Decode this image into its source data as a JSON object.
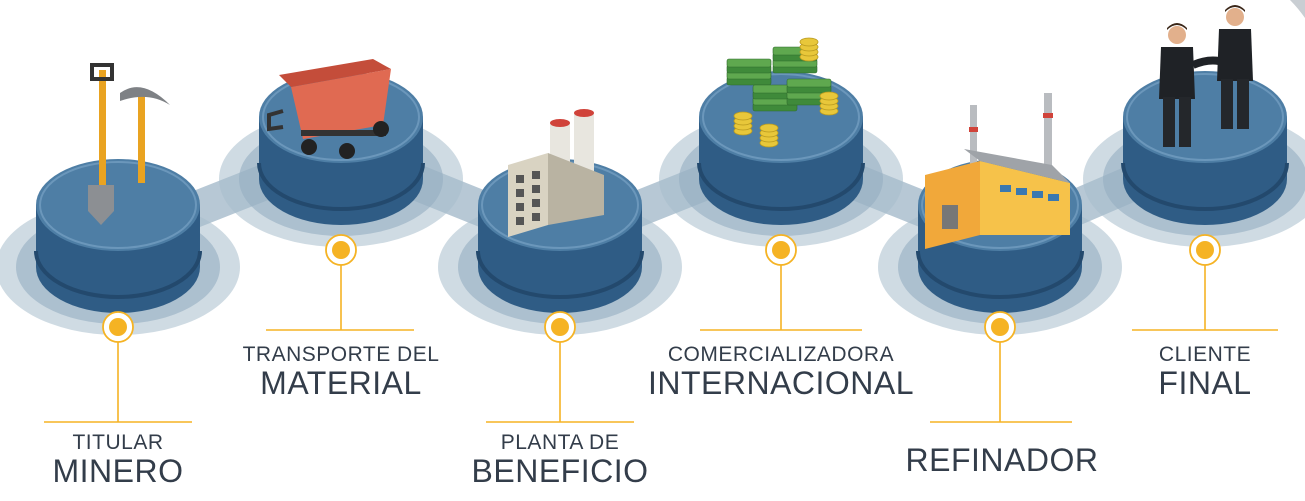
{
  "colors": {
    "accent": "#F5B324",
    "platform_top": "#4E7EA5",
    "platform_side": "#2F5C85",
    "ring": "#A8BDCC",
    "label": "#333D4A"
  },
  "stages": [
    {
      "line1": "TITULAR",
      "line2": "MINERO",
      "icon": "shovel-pickaxe-icon"
    },
    {
      "line1": "TRANSPORTE DEL",
      "line2": "MATERIAL",
      "icon": "mine-cart-icon"
    },
    {
      "line1": "PLANTA DE",
      "line2": "BENEFICIO",
      "icon": "processing-plant-icon"
    },
    {
      "line1": "COMERCIALIZADORA",
      "line2": "INTERNACIONAL",
      "icon": "money-stacks-icon"
    },
    {
      "line1": "",
      "line2": "REFINADOR",
      "icon": "refinery-icon"
    },
    {
      "line1": "CLIENTE",
      "line2": "FINAL",
      "icon": "businessmen-handshake-icon"
    }
  ]
}
